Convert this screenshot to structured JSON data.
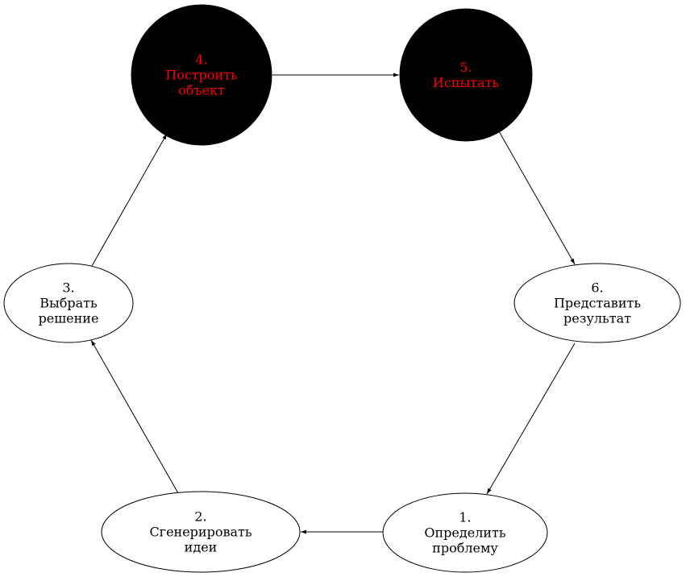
{
  "diagram": {
    "colors": {
      "line": "#000000",
      "default_fill": "#ffffff",
      "default_text": "#000000",
      "highlight_fill": "#000000",
      "highlight_text": "#ff0000"
    },
    "nodes": [
      {
        "id": "n1",
        "lines": [
          "1.",
          "Определить",
          "проблему"
        ],
        "highlighted": false
      },
      {
        "id": "n2",
        "lines": [
          "2.",
          "Сгенерировать",
          "идеи"
        ],
        "highlighted": false
      },
      {
        "id": "n3",
        "lines": [
          "3.",
          "Выбрать",
          "решение"
        ],
        "highlighted": false
      },
      {
        "id": "n4",
        "lines": [
          "4.",
          "Построить",
          "объект"
        ],
        "highlighted": true
      },
      {
        "id": "n5",
        "lines": [
          "5.",
          "Испытать"
        ],
        "highlighted": true
      },
      {
        "id": "n6",
        "lines": [
          "6.",
          "Представить",
          "результат"
        ],
        "highlighted": false
      }
    ],
    "edges": [
      {
        "from": "n1",
        "to": "n2"
      },
      {
        "from": "n2",
        "to": "n3"
      },
      {
        "from": "n3",
        "to": "n4"
      },
      {
        "from": "n4",
        "to": "n5"
      },
      {
        "from": "n5",
        "to": "n6"
      },
      {
        "from": "n6",
        "to": "n1"
      }
    ]
  }
}
